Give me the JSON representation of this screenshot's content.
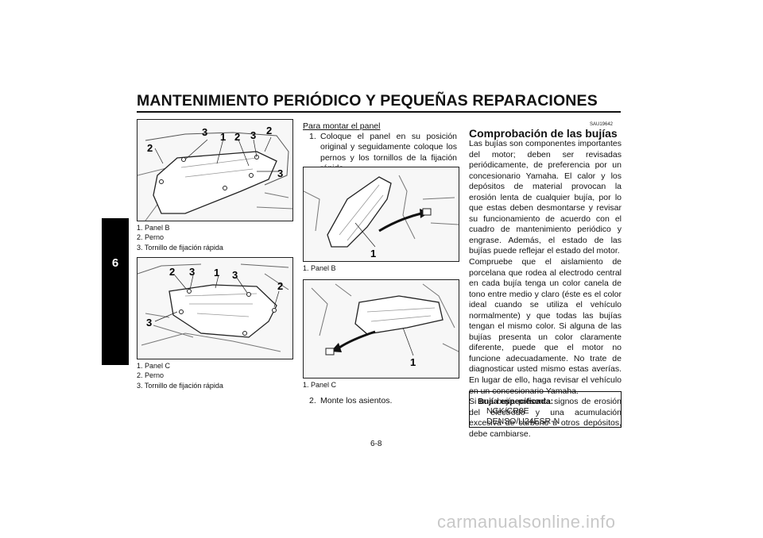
{
  "header": {
    "title": "MANTENIMIENTO PERIÓDICO Y PEQUEÑAS REPARACIONES"
  },
  "chapter_tab": "6",
  "figure1": {
    "callouts": [
      "3",
      "1",
      "2",
      "3",
      "2",
      "2",
      "3"
    ],
    "legend": [
      "1. Panel B",
      "2. Perno",
      "3. Tornillo de fijación rápida"
    ]
  },
  "figure2": {
    "callouts": [
      "2",
      "3",
      "1",
      "3",
      "2",
      "3"
    ],
    "legend": [
      "1. Panel C",
      "2. Perno",
      "3. Tornillo de fijación rápida"
    ]
  },
  "middle": {
    "subheading": "Para montar el panel",
    "step1": {
      "num": "1.",
      "text": "Coloque el panel en su posición original y seguidamente coloque los pernos y los tornillos de la fijación rápida."
    },
    "figure3": {
      "callout": "1",
      "legend": "1. Panel B"
    },
    "figure4": {
      "callout": "1",
      "legend": "1. Panel C"
    },
    "step2": {
      "num": "2.",
      "text": "Monte los asientos."
    }
  },
  "right": {
    "code": "SAU19642",
    "title": "Comprobación de las bujías",
    "paragraphs": [
      "Las bujías son componentes importantes del motor; deben ser revisadas periódicamente, de preferencia por un concesionario Yamaha. El calor y los depósitos de material provocan la erosión lenta de cualquier bujía, por lo que estas deben desmontarse y revisar su funcionamiento de acuerdo con el cuadro de mantenimiento periódico y engrase. Además, el estado de las bujías puede reflejar el estado del motor.",
      "Compruebe que el aislamiento de porcelana que rodea al electrodo central en cada bujía tenga un color canela de tono entre medio y claro (éste es el color ideal cuando se utiliza el vehículo normalmente) y que todas las bujías tengan el mismo color. Si alguna de las bujías presenta un color claramente diferente, puede que el motor no funcione adecuadamente. No trate de diagnosticar usted mismo estas averías. En lugar de ello, haga revisar el vehículo en un concesionario Yamaha.",
      "Si una bujía presenta signos de erosión del electrodo y una acumulación excesiva de carbono u otros depósitos, debe cambiarse."
    ],
    "spec": {
      "title": "Bujía especificada:",
      "values": [
        "NGK/CR8E",
        "DENSO/U24ESR-N"
      ]
    }
  },
  "page_number": "6-8",
  "watermark": "carmanualsonline.info"
}
